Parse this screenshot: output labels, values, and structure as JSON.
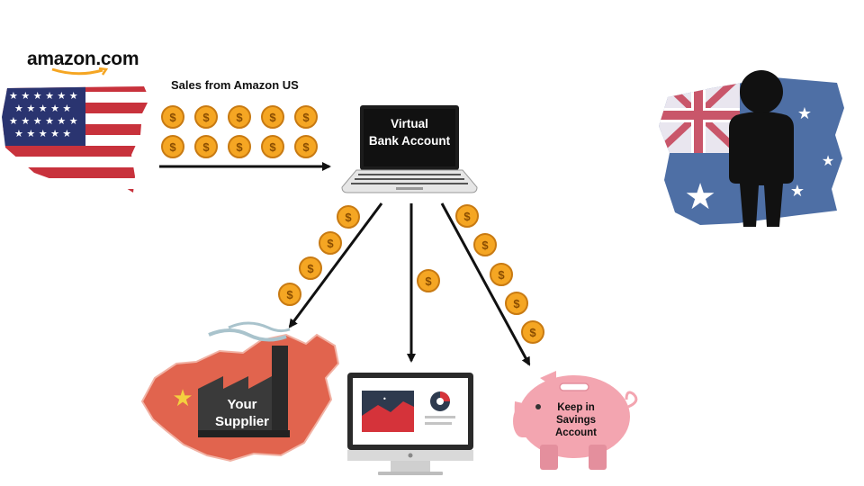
{
  "brand": {
    "name": "amazon.com"
  },
  "labels": {
    "sales": "Sales from Amazon US",
    "bank_line1": "Virtual",
    "bank_line2": "Bank Account",
    "supplier_line1": "Your",
    "supplier_line2": "Supplier",
    "savings_line1": "Keep in",
    "savings_line2": "Savings",
    "savings_line3": "Account",
    "coin_symbol": "$"
  },
  "icons": [
    "usa-flag-map-icon",
    "australia-flag-icon",
    "person-silhouette-icon",
    "laptop-icon",
    "factory-icon",
    "china-map-icon",
    "monitor-dashboard-icon",
    "piggy-bank-icon",
    "coin-icon",
    "arrow-icon"
  ],
  "colors": {
    "coin_fill": "#f5a623",
    "coin_ring": "#c87a12",
    "usa_red": "#c8323c",
    "usa_blue": "#2a3470",
    "aus_blue": "#4e6fa5",
    "china_red": "#e1644e",
    "china_star": "#f4d03f",
    "piggy_pink": "#f3a5b0",
    "dashboard_red": "#d5333a",
    "arrow": "#111111"
  }
}
